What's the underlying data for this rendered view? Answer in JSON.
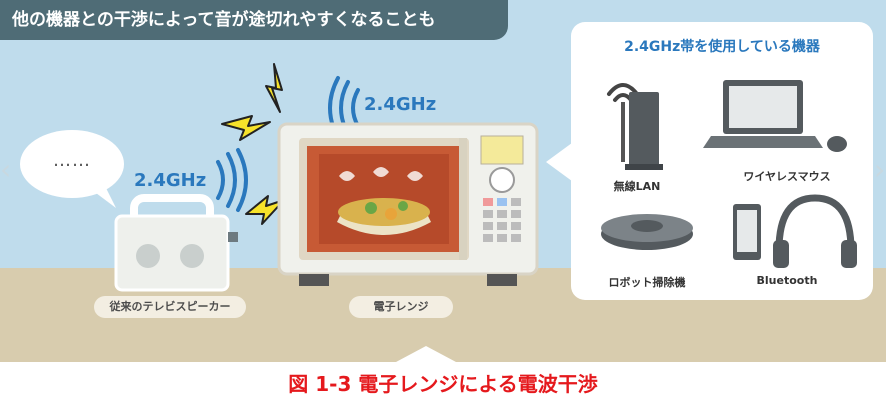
{
  "headline": "他の機器との干渉によって音が途切れやすくなることも",
  "speech_bubble": "……",
  "speaker": {
    "wave_label": "2.4GHz",
    "label": "従来のテレビスピーカー"
  },
  "microwave": {
    "wave_label": "2.4GHz",
    "label": "電子レンジ"
  },
  "panel": {
    "title": "2.4GHz帯を使用している機器",
    "devices": [
      {
        "label": "無線LAN",
        "icon": "wifi-router-icon"
      },
      {
        "label": "ワイヤレスマウス",
        "icon": "laptop-mouse-icon"
      },
      {
        "label": "ロボット掃除機",
        "icon": "robot-vacuum-icon"
      },
      {
        "label": "Bluetooth",
        "icon": "headphones-phone-icon"
      }
    ]
  },
  "caption": "図 1-3 電子レンジによる電波干渉",
  "colors": {
    "accent_blue": "#2a78bd",
    "caption_red": "#e5191d",
    "lightning_yellow": "#f6e22a",
    "headline_bar": "#4f6c76"
  }
}
